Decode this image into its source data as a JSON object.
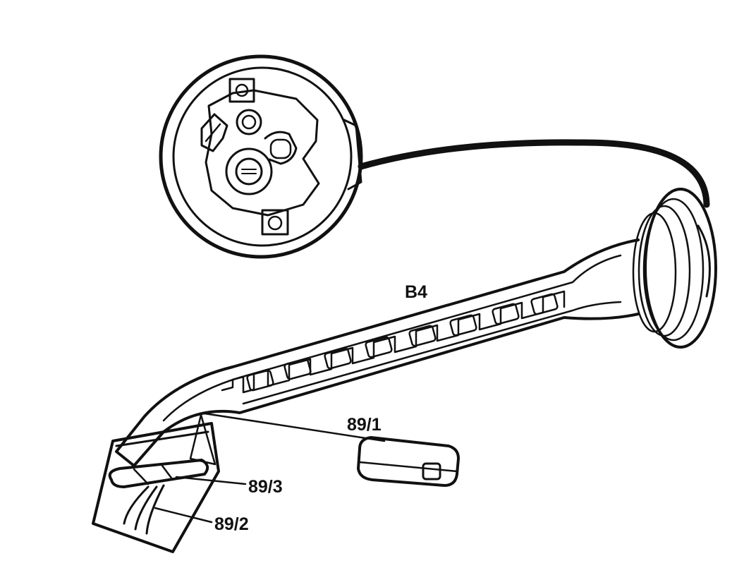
{
  "labels": {
    "sensor": "B4",
    "part_89_1": "89/1",
    "part_89_2": "89/2",
    "part_89_3": "89/3"
  },
  "colors": {
    "ink": "#111111",
    "background": "#ffffff"
  }
}
